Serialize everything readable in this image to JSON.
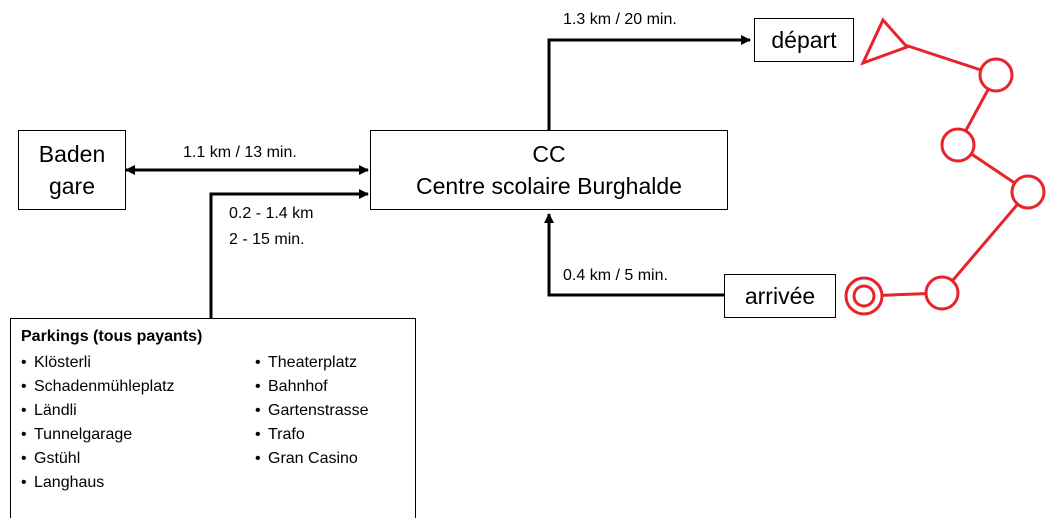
{
  "nodes": {
    "baden": {
      "line1": "Baden",
      "line2": "gare"
    },
    "cc": {
      "line1": "CC",
      "line2": "Centre scolaire Burghalde"
    },
    "depart": {
      "label": "départ"
    },
    "arrivee": {
      "label": "arrivée"
    }
  },
  "edges": {
    "baden_cc": "1.1 km / 13 min.",
    "parking_cc_line1": "0.2 - 1.4 km",
    "parking_cc_line2": "2 - 15 min.",
    "cc_depart": "1.3 km / 20 min.",
    "arrivee_cc": "0.4 km / 5 min."
  },
  "parkings": {
    "title": "Parkings (tous payants)",
    "column1": [
      "Klösterli",
      "Schadenmühleplatz",
      "Ländli",
      "Tunnelgarage",
      "Gstühl",
      "Langhaus"
    ],
    "column2": [
      "Theaterplatz",
      "Bahnhof",
      "Gartenstrasse",
      "Trafo",
      "Gran Casino"
    ]
  },
  "colors": {
    "line": "#000000",
    "course": "#e8232a"
  }
}
